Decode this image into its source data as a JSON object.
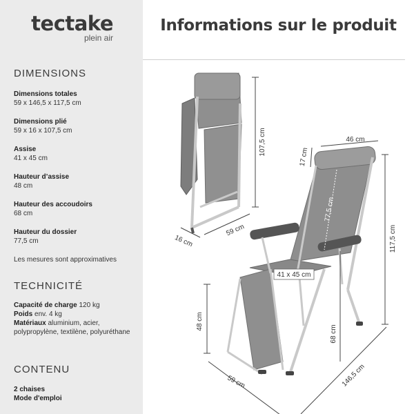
{
  "brand": {
    "name": "tectake",
    "tagline": "plein air"
  },
  "page_title": "Informations sur le produit",
  "dimensions": {
    "title": "DIMENSIONS",
    "items": [
      {
        "label": "Dimensions totales",
        "value": "59 x 146,5 x 117,5 cm"
      },
      {
        "label": "Dimensions plié",
        "value": "59 x 16 x 107,5  cm"
      },
      {
        "label": "Assise",
        "value": "41 x 45 cm"
      },
      {
        "label": "Hauteur d’assise",
        "value": "48 cm"
      },
      {
        "label": "Hauteur des accoudoirs",
        "value": "68 cm"
      },
      {
        "label": "Hauteur du dossier",
        "value": "77,5 cm"
      }
    ],
    "note": "Les mesures sont approximatives"
  },
  "technicite": {
    "title": "TECHNICITÉ",
    "charge_label": "Capacité de charge",
    "charge_value": "120 kg",
    "poids_label": "Poids",
    "poids_value": "env. 4 kg",
    "materiaux_label": "Matériaux",
    "materiaux_value": "aluminium, acier, polypropylène, textilène, polyuréthane"
  },
  "contenu": {
    "title": "CONTENU",
    "items": [
      "2 chaises",
      "Mode d'emploi"
    ]
  },
  "diagram_labels": {
    "folded_height": "107,5 cm",
    "folded_width": "59 cm",
    "folded_depth": "16 cm",
    "top_width": "46 cm",
    "headrest": "17 cm",
    "backrest": "77,5 cm",
    "total_height": "117,5 cm",
    "seat": "41 x 45 cm",
    "seat_height": "48 cm",
    "armrest_height": "68 cm",
    "width": "59 cm",
    "length": "146,5 cm"
  },
  "colors": {
    "sidebar_bg": "#ebebeb",
    "text": "#333333",
    "chair_fabric": "#8f8f8f",
    "chair_frame": "#c9c9c9"
  }
}
